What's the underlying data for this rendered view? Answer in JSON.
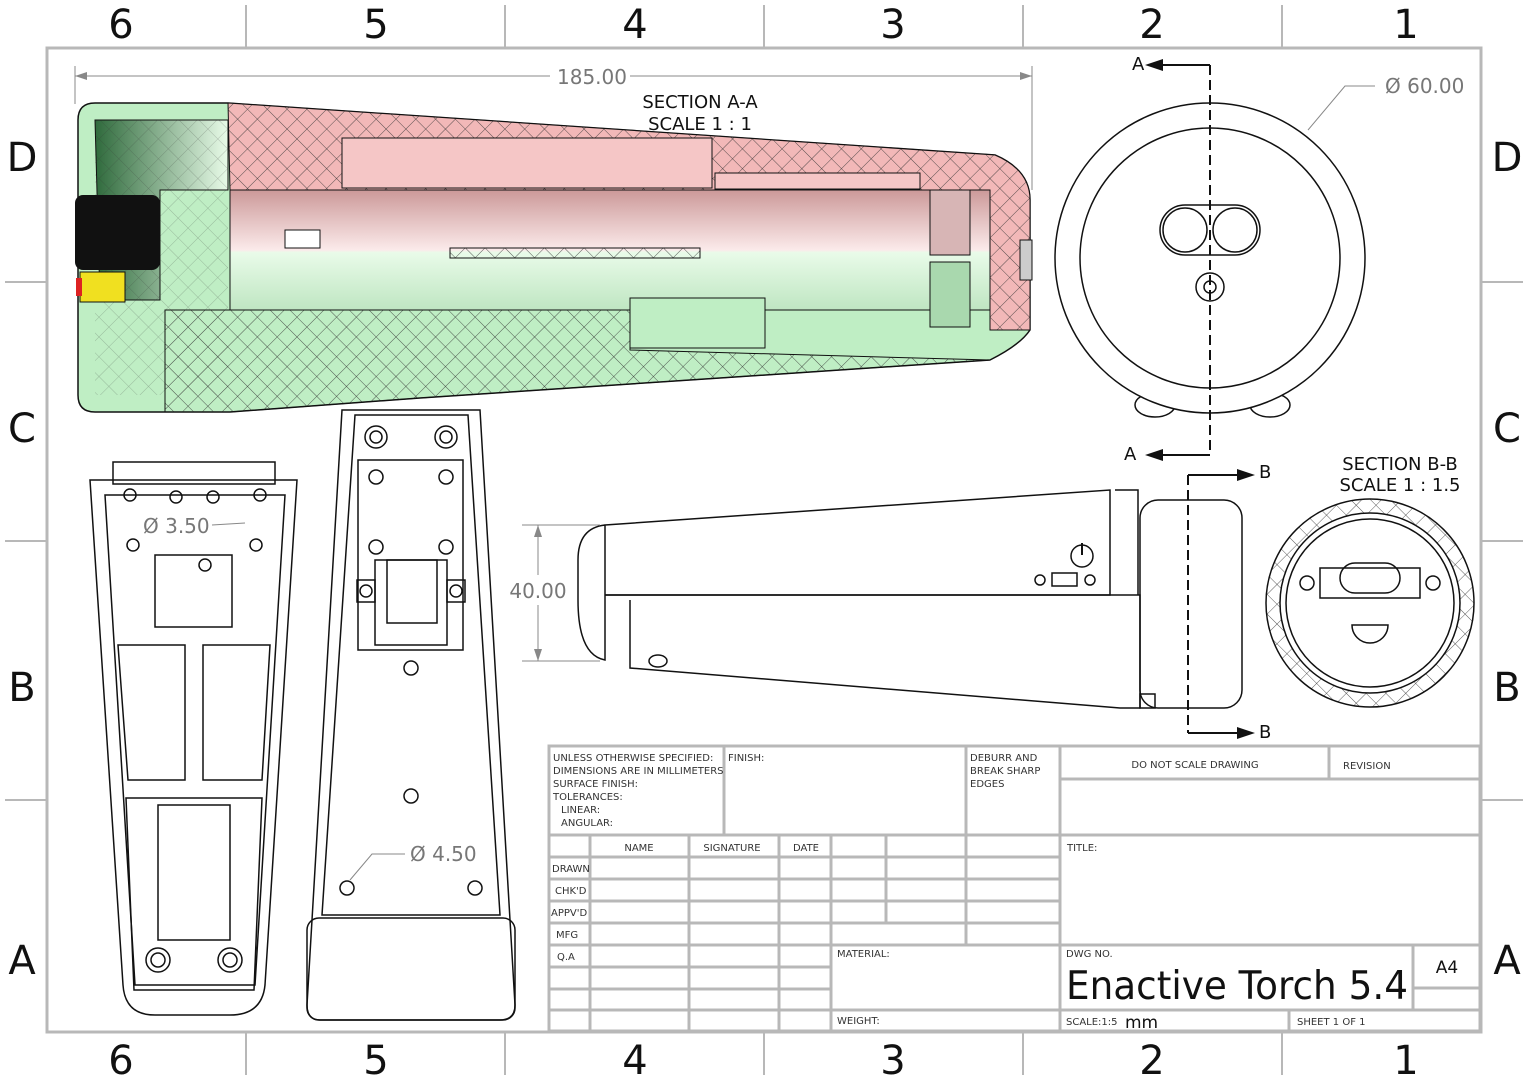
{
  "zones": {
    "columns": [
      "6",
      "5",
      "4",
      "3",
      "2",
      "1"
    ],
    "rows": [
      "D",
      "C",
      "B",
      "A"
    ]
  },
  "views": {
    "section_aa": {
      "title": "SECTION A-A",
      "scale": "SCALE 1 : 1",
      "length_dim": "185.00"
    },
    "end_view": {
      "diameter_dim": "Ø 60.00",
      "section_marker": "A"
    },
    "side_view": {
      "height_dim": "40.00",
      "section_marker": "B"
    },
    "section_bb": {
      "title": "SECTION B-B",
      "scale": "SCALE 1 : 1.5"
    },
    "bottom_view": {
      "hole_dim": "Ø 3.50"
    },
    "top_view": {
      "hole_dim": "Ø 4.50"
    }
  },
  "title_block": {
    "notes": [
      "UNLESS OTHERWISE SPECIFIED:",
      "DIMENSIONS ARE IN MILLIMETERS",
      "SURFACE FINISH:",
      "TOLERANCES:",
      "LINEAR:",
      "ANGULAR:"
    ],
    "finish": "FINISH:",
    "deburr": [
      "DEBURR AND",
      "BREAK SHARP",
      "EDGES"
    ],
    "do_not_scale": "DO NOT SCALE DRAWING",
    "revision": "REVISION",
    "headers": [
      "NAME",
      "SIGNATURE",
      "DATE"
    ],
    "roles": [
      "DRAWN",
      "CHK'D",
      "APPV'D",
      "MFG",
      "Q.A"
    ],
    "material": "MATERIAL:",
    "weight": "WEIGHT:",
    "title_label": "TITLE:",
    "dwg_no_label": "DWG NO.",
    "dwg_no": "Enactive Torch 5.4",
    "size": "A4",
    "scale": "SCALE:1:5",
    "units": "mm",
    "sheet": "SHEET 1 OF 1"
  },
  "colors": {
    "pink_section": "#f2b8b8",
    "green_section": "#bfeec4",
    "frame": "#b8b8b8"
  }
}
